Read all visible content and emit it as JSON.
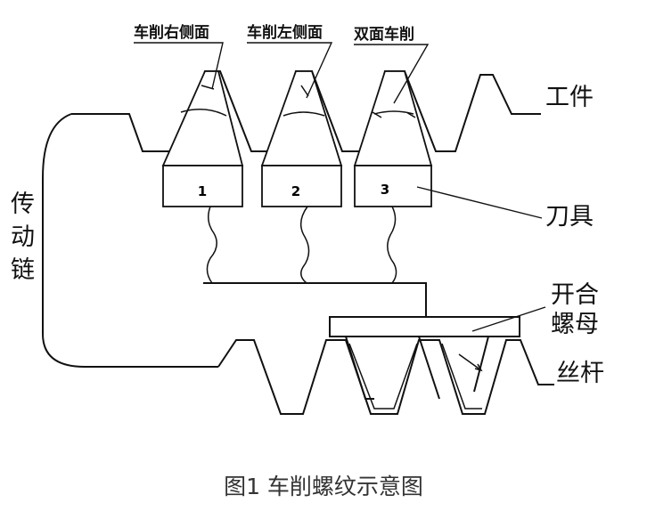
{
  "labels": {
    "right_flank": "车削右侧面",
    "left_flank": "车削左侧面",
    "both_flanks": "双面车削",
    "workpiece": "工件",
    "tool": "刀具",
    "half_nut_line1": "开合",
    "half_nut_line2": "螺母",
    "lead_screw": "丝杆",
    "drive_chain": "传动链"
  },
  "tools": [
    "1",
    "2",
    "3"
  ],
  "caption": "图1 车削螺纹示意图"
}
